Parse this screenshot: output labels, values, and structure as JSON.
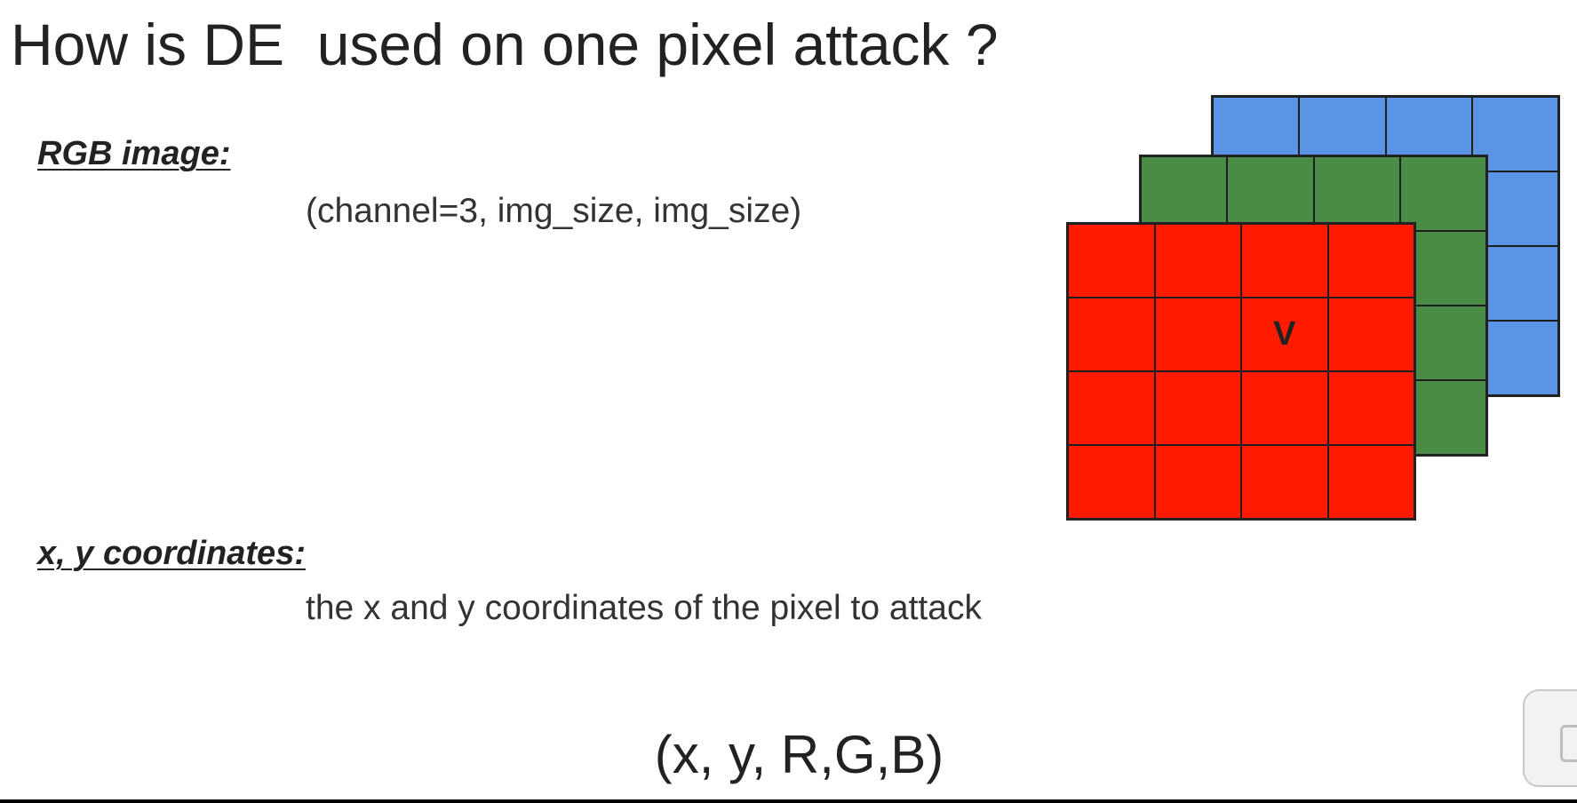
{
  "slide": {
    "title": "How is DE  used on one pixel attack ?",
    "rgb_label": "RGB image:",
    "rgb_shape": "(channel=3, img_size, img_size)",
    "coords_label": "x, y coordinates:",
    "coords_desc": "the x and y coordinates of the pixel to attack",
    "tuple": "(x, y, R,G,B)"
  },
  "grid": {
    "rows": 4,
    "cols": 4,
    "marked_cell": {
      "row": 1,
      "col": 2,
      "text": "V"
    },
    "channels": [
      {
        "name": "blue",
        "color": "#5b93e5"
      },
      {
        "name": "green",
        "color": "#4a8b45"
      },
      {
        "name": "red",
        "color": "#ff1a00"
      }
    ]
  },
  "colors": {
    "text": "#222222",
    "background": "#ffffff"
  }
}
